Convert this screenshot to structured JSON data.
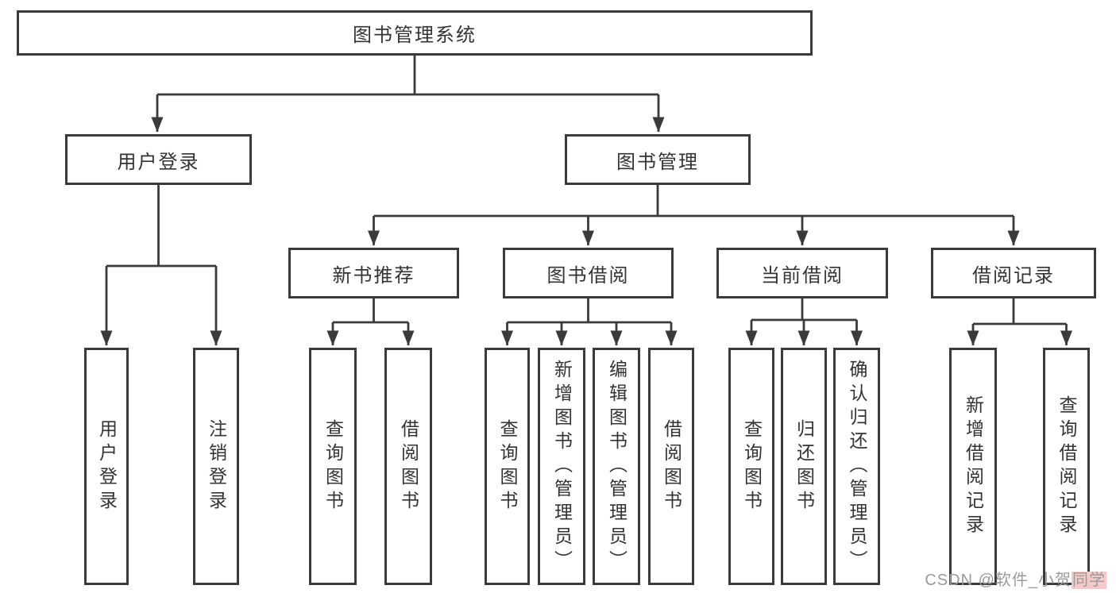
{
  "diagram": {
    "title": "图书管理系统",
    "nodes": {
      "root": {
        "label": "图书管理系统"
      },
      "userLogin": {
        "label": "用户登录",
        "children": [
          {
            "label": "用户登录"
          },
          {
            "label": "注销登录"
          }
        ]
      },
      "bookMgmt": {
        "label": "图书管理",
        "children": [
          {
            "label": "新书推荐",
            "children": [
              {
                "label": "查询图书"
              },
              {
                "label": "借阅图书"
              }
            ]
          },
          {
            "label": "图书借阅",
            "children": [
              {
                "label": "查询图书"
              },
              {
                "label": "新增图书（管理员）"
              },
              {
                "label": "编辑图书（管理员）"
              },
              {
                "label": "借阅图书"
              }
            ]
          },
          {
            "label": "当前借阅",
            "children": [
              {
                "label": "查询图书"
              },
              {
                "label": "归还图书"
              },
              {
                "label": "确认归还（管理员）"
              }
            ]
          },
          {
            "label": "借阅记录",
            "children": [
              {
                "label": "新增借阅记录"
              },
              {
                "label": "查询借阅记录"
              }
            ]
          }
        ]
      }
    },
    "colors": {
      "line": "#3a3a3a",
      "box_border": "#3a3a3a",
      "text": "#333333",
      "background": "#ffffff"
    }
  },
  "watermark": {
    "prefix": "CSDN @软件_小贺",
    "highlight": "同学",
    "text_color": "#9a9a9a",
    "highlight_bg": "#f6c9c9"
  }
}
